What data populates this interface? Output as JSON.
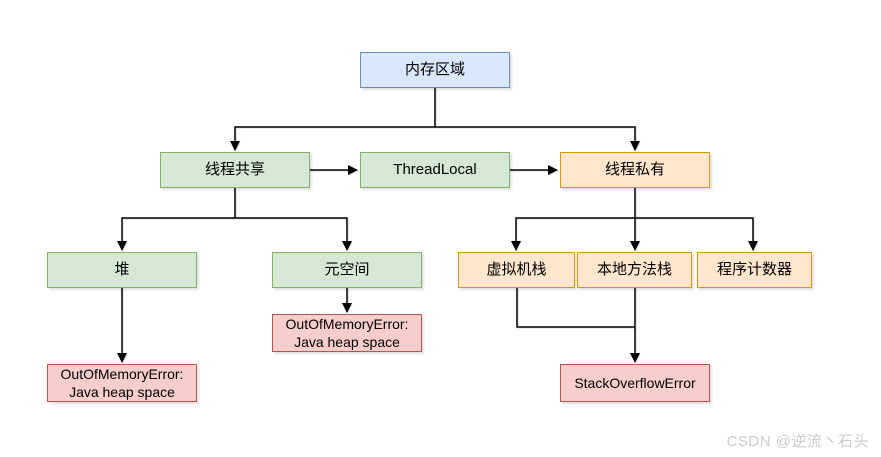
{
  "diagram": {
    "nodes": {
      "memory_area": {
        "label": "内存区域"
      },
      "thread_shared": {
        "label": "线程共享"
      },
      "thread_local": {
        "label": "ThreadLocal"
      },
      "thread_private": {
        "label": "线程私有"
      },
      "heap": {
        "label": "堆"
      },
      "metaspace": {
        "label": "元空间"
      },
      "vm_stack": {
        "label": "虚拟机栈"
      },
      "native_method_stack": {
        "label": "本地方法栈"
      },
      "program_counter": {
        "label": "程序计数器"
      },
      "heap_oom": {
        "label": "OutOfMemoryError:\nJava heap space"
      },
      "metaspace_oom": {
        "label": "OutOfMemoryError:\nJava heap space"
      },
      "stack_overflow": {
        "label": "StackOverflowError"
      }
    },
    "edges": [
      {
        "from": "memory_area",
        "to": "thread_shared"
      },
      {
        "from": "memory_area",
        "to": "thread_private"
      },
      {
        "from": "thread_shared",
        "to": "thread_local"
      },
      {
        "from": "thread_local",
        "to": "thread_private"
      },
      {
        "from": "thread_shared",
        "to": "heap"
      },
      {
        "from": "thread_shared",
        "to": "metaspace"
      },
      {
        "from": "thread_private",
        "to": "vm_stack"
      },
      {
        "from": "thread_private",
        "to": "native_method_stack"
      },
      {
        "from": "thread_private",
        "to": "program_counter"
      },
      {
        "from": "heap",
        "to": "heap_oom"
      },
      {
        "from": "metaspace",
        "to": "metaspace_oom"
      },
      {
        "from": "vm_stack",
        "to": "stack_overflow"
      },
      {
        "from": "native_method_stack",
        "to": "stack_overflow"
      }
    ],
    "colors": {
      "blue_fill": "#dae8fc",
      "blue_border": "#6c8ebf",
      "green_fill": "#d5e8d4",
      "green_border": "#82b366",
      "orange_fill": "#ffe6cc",
      "orange_border": "#d79b00",
      "red_fill": "#f8cecc",
      "red_border": "#b85450",
      "connector": "#000000"
    },
    "watermark": "CSDN @逆流丶石头"
  }
}
